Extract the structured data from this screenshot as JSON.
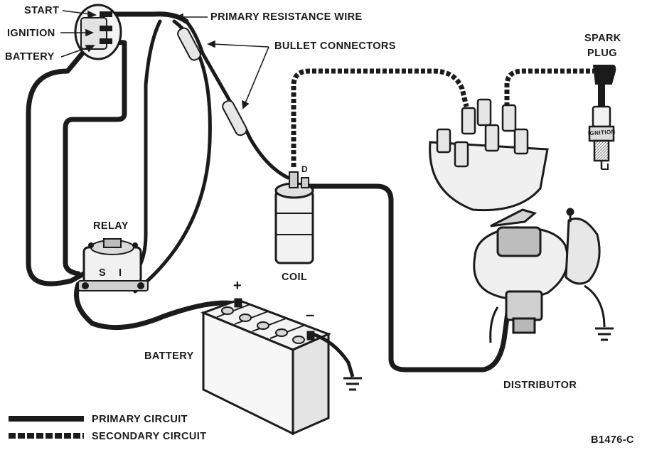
{
  "switch_labels": {
    "start": "START",
    "ignition": "IGNITION",
    "battery": "BATTERY"
  },
  "callouts": {
    "primary_resistance_wire": "PRIMARY RESISTANCE WIRE",
    "bullet_connectors": "BULLET CONNECTORS"
  },
  "components": {
    "spark_plug": [
      "SPARK",
      "PLUG"
    ],
    "relay": "RELAY",
    "relay_terminals": [
      "S",
      "I"
    ],
    "coil": "COIL",
    "coil_terminal": "D",
    "battery": "BATTERY",
    "battery_positive": "+",
    "battery_negative": "–",
    "distributor": "DISTRIBUTOR",
    "spark_plug_stamp": "IGNITION"
  },
  "legend": {
    "primary_circuit": "PRIMARY CIRCUIT",
    "secondary_circuit": "SECONDARY CIRCUIT"
  },
  "figure_id": "B1476-C",
  "colors": {
    "ink": "#1b1b1b",
    "paper": "#ffffff",
    "shade": "#9a9a9a"
  }
}
